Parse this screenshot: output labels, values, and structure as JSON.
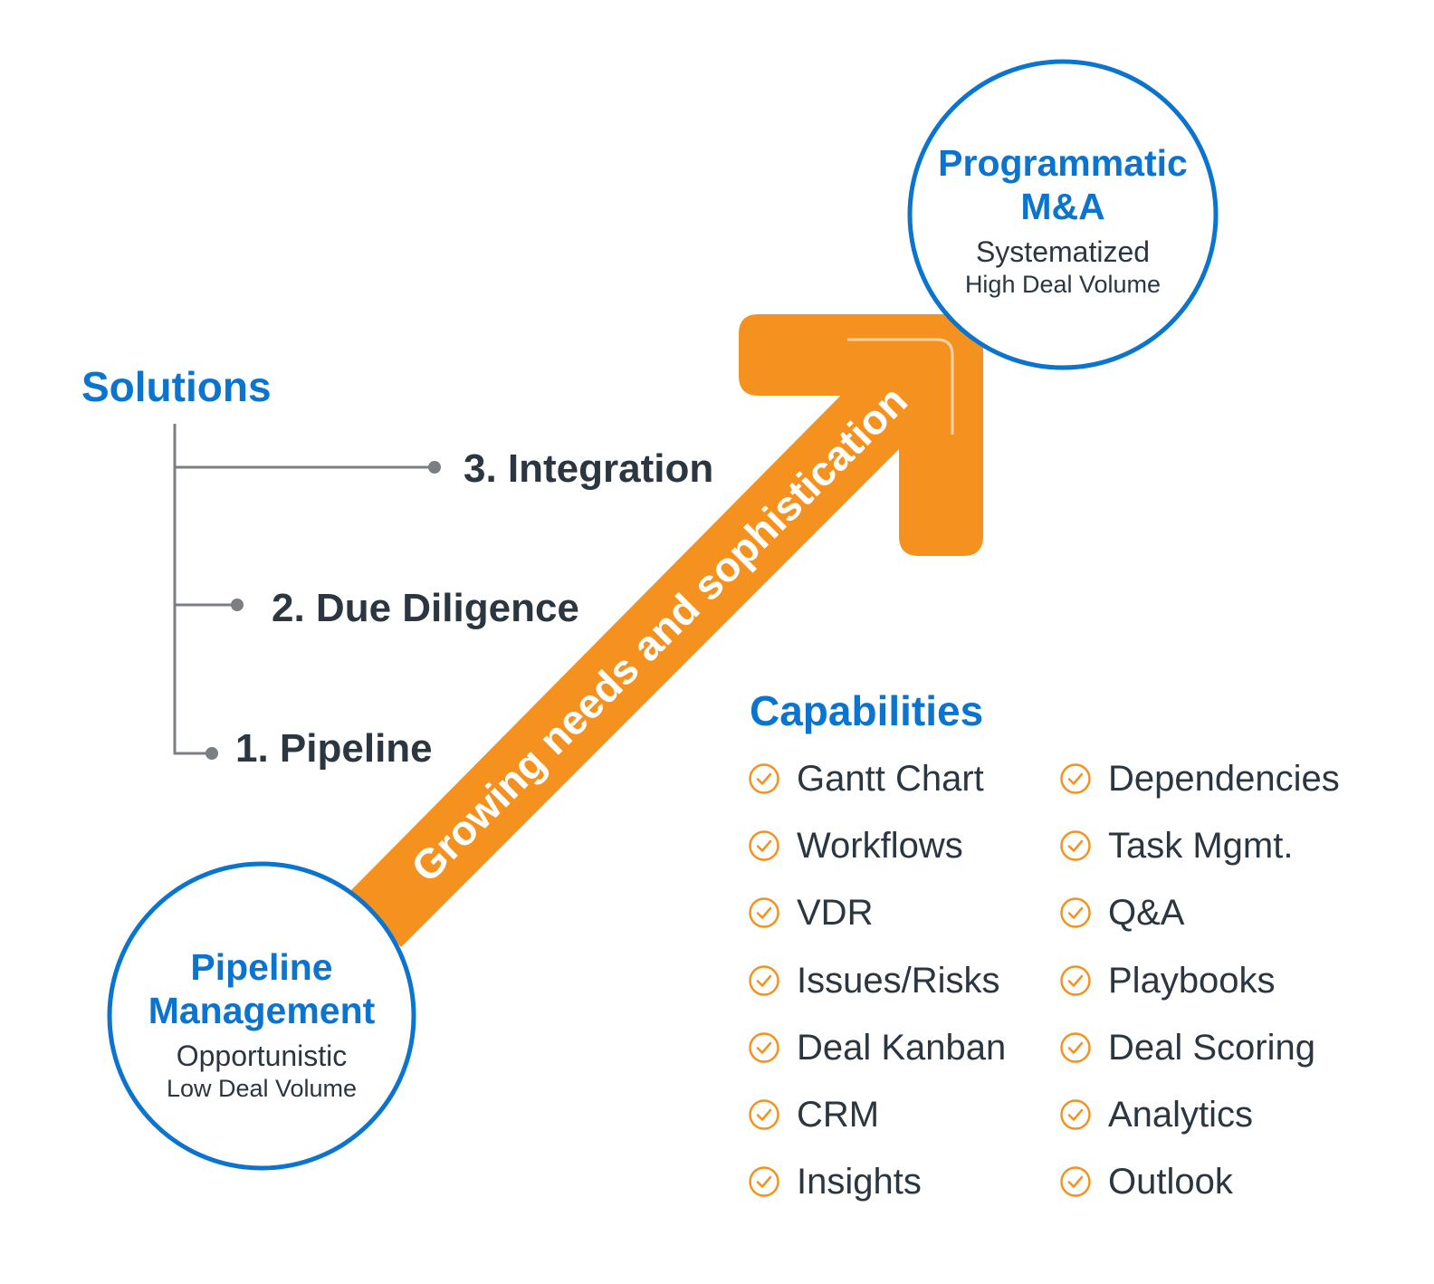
{
  "solutions": {
    "title": "Solutions",
    "items": [
      "3. Integration",
      "2. Due Diligence",
      "1. Pipeline"
    ]
  },
  "arrow": {
    "label": "Growing needs and sophistication",
    "color": "#f5921f"
  },
  "start": {
    "title": "Pipeline Management",
    "subtitle": "Opportunistic",
    "detail": "Low Deal Volume"
  },
  "end": {
    "title": "Programmatic M&A",
    "subtitle": "Systematized",
    "detail": "High Deal Volume"
  },
  "capabilities": {
    "title": "Capabilities",
    "left": [
      "Gantt Chart",
      "Workflows",
      "VDR",
      "Issues/Risks",
      "Deal Kanban",
      "CRM",
      "Insights"
    ],
    "right": [
      "Dependencies",
      "Task Mgmt.",
      "Q&A",
      "Playbooks",
      "Deal Scoring",
      "Analytics",
      "Outlook"
    ]
  },
  "colors": {
    "accent": "#0a74cf",
    "arrow": "#f5921f",
    "text": "#2b3640",
    "connector": "#7b7f83"
  },
  "icons": {
    "check": "check-circle-icon"
  }
}
